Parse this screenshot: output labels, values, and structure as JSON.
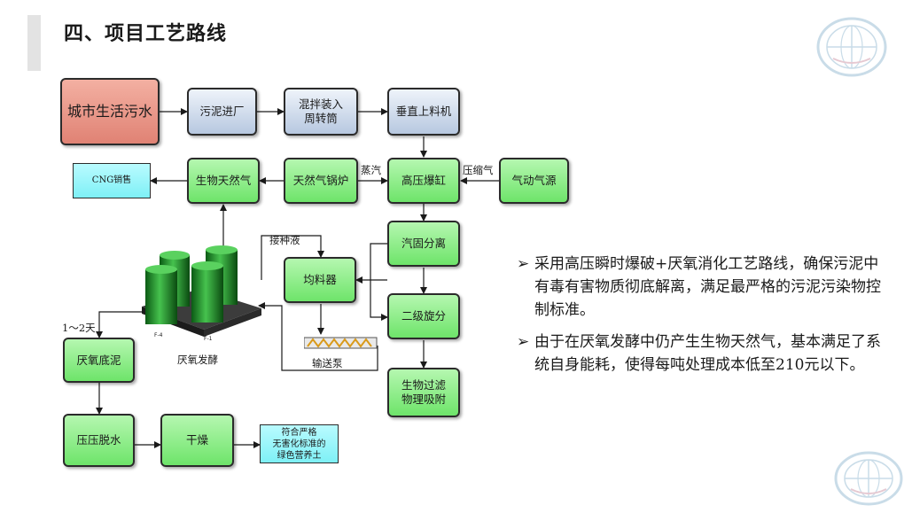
{
  "slide": {
    "title": "四、项目工艺路线"
  },
  "diagram": {
    "nodes": {
      "urban_sewage": "城市生活污水",
      "sludge_in": "污泥进厂",
      "mix_silo": "混拌装入\n周转筒",
      "vertical_loader": "垂直上料机",
      "cng_sales": "CNG销售",
      "biogas": "生物天然气",
      "gas_boiler": "天然气锅炉",
      "hp_explosion": "高压爆缸",
      "pneumatic_source": "气动气源",
      "gas_solid_sep": "汽固分离",
      "homogenizer": "均料器",
      "secondary_cyclone": "二级旋分",
      "anaerobic_bottom": "厌氧底泥",
      "bio_filter": "生物过滤\n物理吸附",
      "press_dewater": "压压脱水",
      "drying": "干燥",
      "green_nutrient": "符合严格\n无害化标准的\n绿色营养土"
    },
    "labels": {
      "steam": "蒸汽",
      "compressed_air": "压缩气",
      "inoculum": "接种液",
      "duration": "1～2天",
      "fermentation": "厌氧发酵",
      "conveyor_pump": "输送泵",
      "tank_a": "F-4",
      "tank_b": "F-1"
    }
  },
  "bullets": [
    {
      "mark": "➢",
      "text": "采用高压瞬时爆破+厌氧消化工艺路线，确保污泥中有毒有害物质彻底解离，满足最严格的污泥污染物控制标准。"
    },
    {
      "mark": "➢",
      "text": "由于在厌氧发酵中仍产生生物天然气，基本满足了系统自身能耗，使得每吨处理成本低至210元以下。"
    }
  ],
  "colors": {
    "process_green": "#6ee46a",
    "input_blue": "#b7c8e0",
    "source_red": "#e08274",
    "output_cyan": "#7ef0f6"
  }
}
